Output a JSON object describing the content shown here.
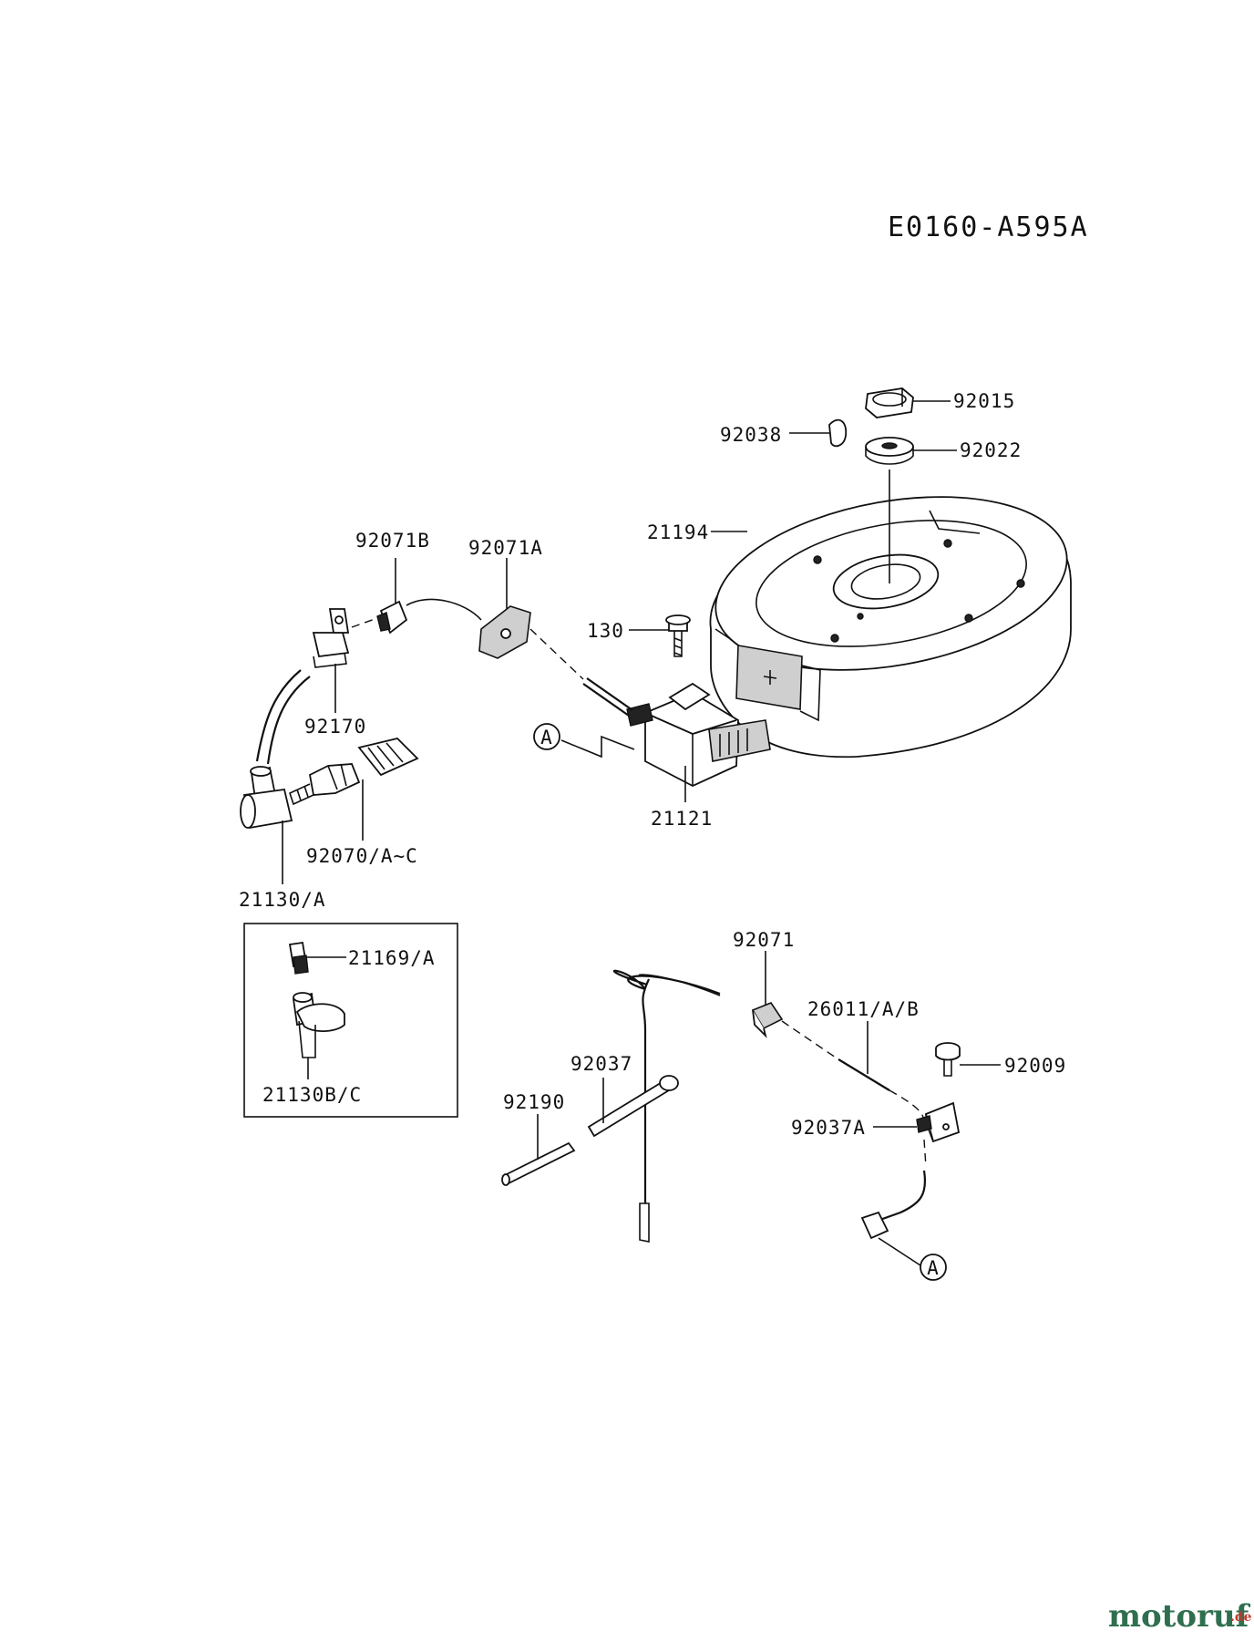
{
  "diagram": {
    "reference_code": "E0160-A595A",
    "watermark": {
      "main": "motoruf",
      "suffix": ".de",
      "color_main": "#2f6f4f",
      "color_suffix": "#c0392b"
    },
    "labels": {
      "p92015": "92015",
      "p92038": "92038",
      "p92022": "92022",
      "p21194": "21194",
      "p92071B": "92071B",
      "p92071A": "92071A",
      "p130": "130",
      "p92170": "92170",
      "p21121": "21121",
      "p92070": "92070/A~C",
      "p21130A": "21130/A",
      "p21169A": "21169/A",
      "p21130BC": "21130B/C",
      "p92071": "92071",
      "p26011": "26011/A/B",
      "p92009": "92009",
      "p92037": "92037",
      "p92190": "92190",
      "p92037A": "92037A"
    },
    "connector_marker": "A"
  }
}
